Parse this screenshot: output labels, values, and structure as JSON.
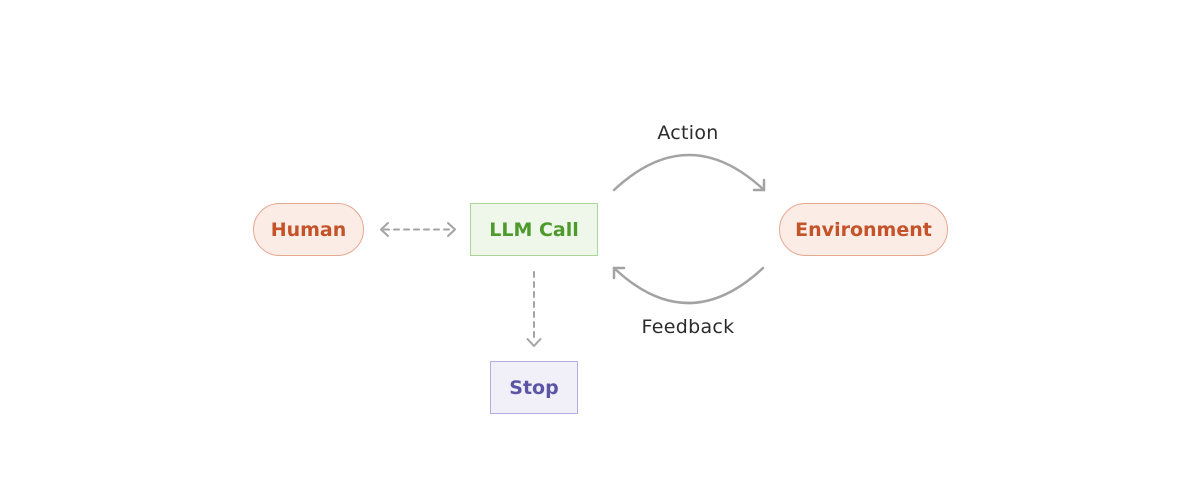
{
  "nodes": {
    "human": "Human",
    "llm_call": "LLM Call",
    "environment": "Environment",
    "stop": "Stop"
  },
  "edges": {
    "action_label": "Action",
    "feedback_label": "Feedback"
  },
  "colors": {
    "arrow": "#a3a3a3",
    "pill_fill": "#fcece6",
    "pill_stroke": "#e7a892",
    "pill_text": "#c4532a",
    "llm_fill": "#eef7ea",
    "llm_stroke": "#a9d596",
    "llm_text": "#4e9a2c",
    "stop_fill": "#f1f0f8",
    "stop_stroke": "#b3aee0",
    "stop_text": "#5c55a6"
  }
}
